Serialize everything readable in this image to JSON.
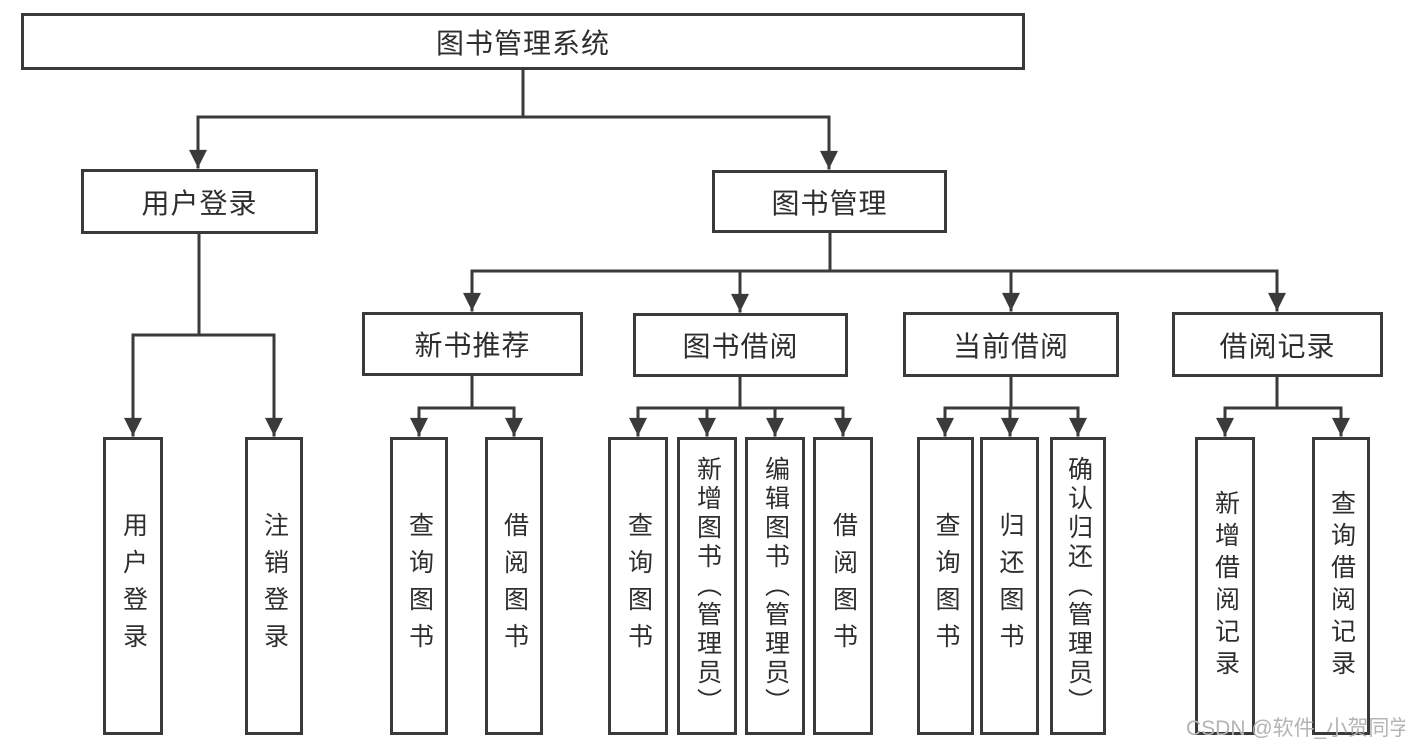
{
  "diagram": {
    "root": {
      "label": "图书管理系统",
      "children": [
        {
          "label": "用户登录",
          "children": [
            {
              "label": "用户登录"
            },
            {
              "label": "注销登录"
            }
          ]
        },
        {
          "label": "图书管理",
          "children": [
            {
              "label": "新书推荐",
              "children": [
                {
                  "label": "查询图书"
                },
                {
                  "label": "借阅图书"
                }
              ]
            },
            {
              "label": "图书借阅",
              "children": [
                {
                  "label": "查询图书"
                },
                {
                  "label": "新增图书（管理员）"
                },
                {
                  "label": "编辑图书（管理员）"
                },
                {
                  "label": "借阅图书"
                }
              ]
            },
            {
              "label": "当前借阅",
              "children": [
                {
                  "label": "查询图书"
                },
                {
                  "label": "归还图书"
                },
                {
                  "label": "确认归还（管理员）"
                }
              ]
            },
            {
              "label": "借阅记录",
              "children": [
                {
                  "label": "新增借阅记录"
                },
                {
                  "label": "查询借阅记录"
                }
              ]
            }
          ]
        }
      ]
    }
  },
  "watermark": {
    "text": "CSDN @软件_小贺同学"
  },
  "colors": {
    "line": "#3a3a3a",
    "text": "#2e2e2e",
    "background": "#ffffff",
    "watermark": "#b4b4b4"
  }
}
